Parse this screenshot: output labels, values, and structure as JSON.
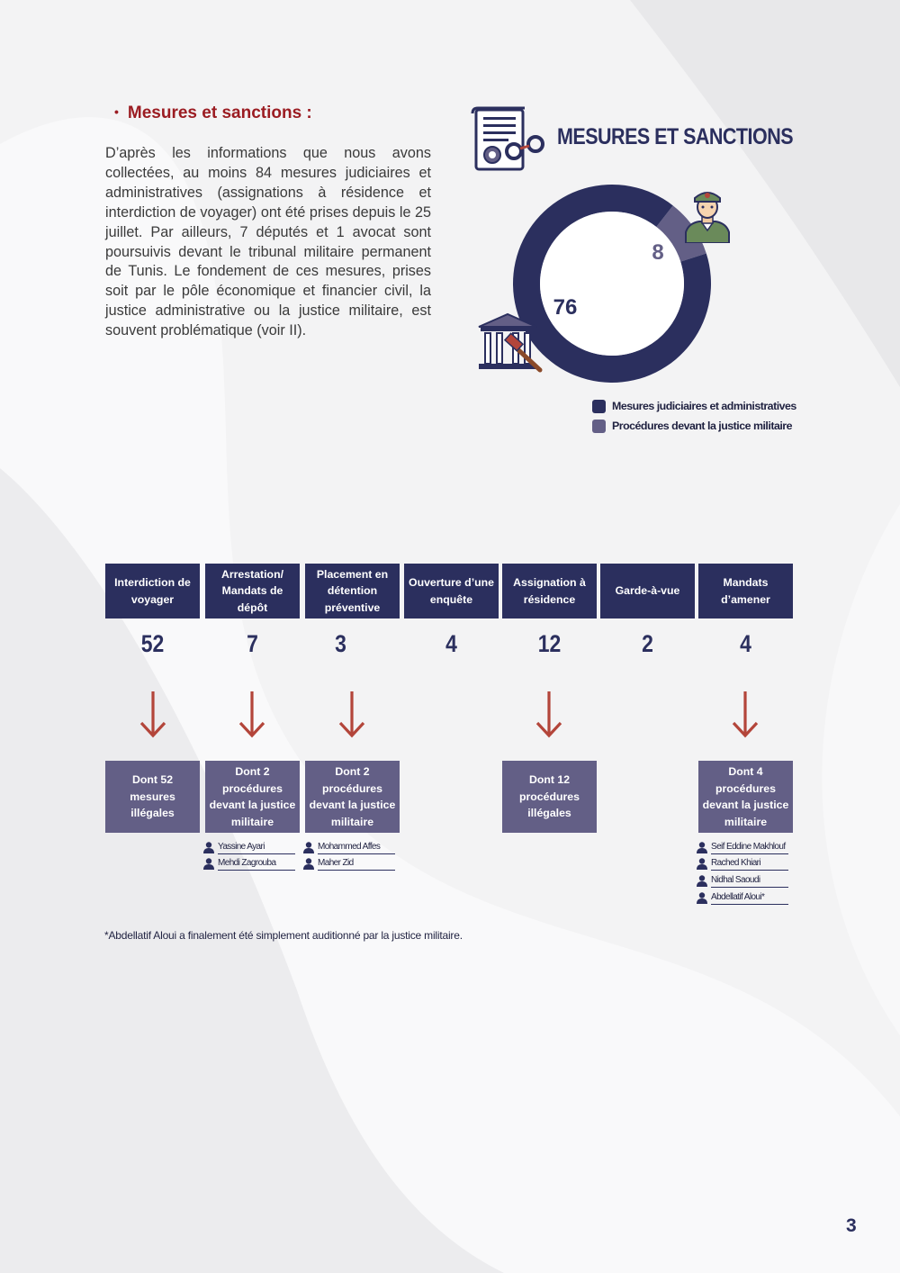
{
  "section": {
    "bullet": "•",
    "title": "Mesures et sanctions  :",
    "paragraph": "D’après les informations que nous avons collectées, au moins 84 mesures judiciaires et administratives (assignations à résidence et interdiction de voyager) ont été prises depuis le 25 juillet. Par ailleurs, 7 députés et 1 avocat sont poursuivis devant le tribunal militaire permanent de Tunis. Le fondement de ces mesures, prises soit par le pôle économique et financier civil, la justice administrative ou la justice militaire, est souvent problématique (voir II)."
  },
  "chart_data": {
    "type": "pie",
    "title": "MESURES ET SANCTIONS",
    "donut": true,
    "categories": [
      "Mesures judiciaires et administratives",
      "Procédures devant la justice militaire"
    ],
    "values": [
      76,
      8
    ],
    "colors": [
      "#2b2f5e",
      "#635f86"
    ],
    "legend_position": "bottom-right"
  },
  "icons": {
    "document": "document-handcuffs-icon",
    "soldier": "soldier-icon",
    "court": "courthouse-gavel-icon",
    "person": "person-icon",
    "arrow": "arrow-down-icon"
  },
  "categories": [
    {
      "label": "Interdiction de voyager",
      "count": "52",
      "detail": "Dont 52 mesures illégales",
      "names": []
    },
    {
      "label": "Arrestation/ Mandats de dépôt",
      "count": "7",
      "detail": "Dont 2 procédures devant la justice militaire",
      "names": [
        "Yassine Ayari",
        "Mehdi Zagrouba"
      ]
    },
    {
      "label": "Placement en détention préventive",
      "count": "3",
      "detail": "Dont 2 procédures devant la justice militaire",
      "names": [
        "Mohammed Affes",
        "Maher Zid"
      ]
    },
    {
      "label": "Ouverture d’une enquête",
      "count": "4",
      "detail": null,
      "names": []
    },
    {
      "label": "Assignation à résidence",
      "count": "12",
      "detail": "Dont 12 procédures illégales",
      "names": []
    },
    {
      "label": "Garde-à-vue",
      "count": "2",
      "detail": null,
      "names": []
    },
    {
      "label": "Mandats d’amener",
      "count": "4",
      "detail": "Dont 4 procédures devant la justice militaire",
      "names": [
        "Seif Eddine Makhlouf",
        "Rached Khiari",
        "Nidhal Saoudi",
        "Abdellatif Aloui*"
      ]
    }
  ],
  "footnote": "*Abdellatif Aloui a finalement été simplement auditionné par la justice militaire.",
  "page_number": "3",
  "colors": {
    "navy": "#2b2f5e",
    "purple": "#635f86",
    "red_title": "#9b1c22",
    "arrow": "#b3453a",
    "background": "#f3f3f4"
  }
}
